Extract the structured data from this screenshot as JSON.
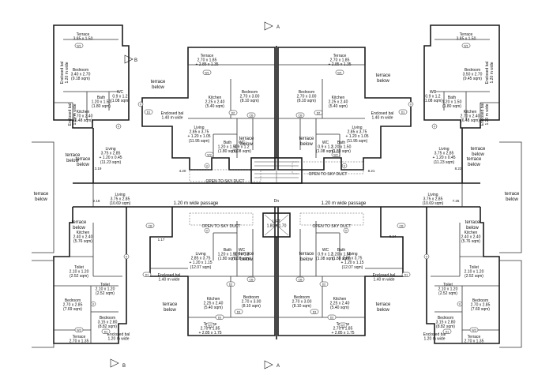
{
  "rooms": [
    {
      "id": "r1",
      "lines": [
        "Terrace",
        "3.85 x 1.50"
      ]
    },
    {
      "id": "r2",
      "lines": [
        "Bedroom",
        "3.40 x 2.70",
        "(9.18 sqm)"
      ]
    },
    {
      "id": "r3",
      "lines": [
        "Enclosed bal",
        "1.20 m wide"
      ]
    },
    {
      "id": "r4",
      "lines": [
        "WC",
        "0.9 x 1.2",
        "(1.08 sqm)"
      ]
    },
    {
      "id": "r5",
      "lines": [
        "Bath",
        "1.20 x 1.50",
        "(1.80 sqm)"
      ]
    },
    {
      "id": "r6",
      "lines": [
        "Kitchen",
        "2.70 x 2.40",
        "(6.48 sqm)"
      ]
    },
    {
      "id": "r7",
      "lines": [
        "Enclosed bal",
        "1.20 m wide"
      ]
    },
    {
      "id": "r8",
      "lines": [
        "Living",
        "3.75 x 2.85",
        "+ 1.20 x 0.45",
        "(11.23 sqm)"
      ]
    },
    {
      "id": "r9",
      "lines": [
        "Terrace",
        "2.70 x 1.85",
        "+ 2.85 x 1.35"
      ]
    },
    {
      "id": "r10",
      "lines": [
        "Kitchen",
        "2.25 x 2.40",
        "(5.40 sqm)"
      ]
    },
    {
      "id": "r11",
      "lines": [
        "Bedroom",
        "2.70 x 3.00",
        "(8.10 sqm)"
      ]
    },
    {
      "id": "r12",
      "lines": [
        "Enclosed bal",
        "1.40 m wide"
      ]
    },
    {
      "id": "r13",
      "lines": [
        "Living",
        "2.85 x 3.75",
        "+ 1.20 x 1.05",
        "(11.95 sqm)"
      ]
    },
    {
      "id": "r14",
      "lines": [
        "Bath",
        "1.20 x 1.50",
        "(1.80 sqm)"
      ]
    },
    {
      "id": "r15",
      "lines": [
        "WC",
        "0.9 x 1.2",
        "(1.08 sqm)"
      ]
    },
    {
      "id": "r16",
      "lines": [
        "Terrace",
        "2.70 x 1.85",
        "+ 2.85 x 1.35"
      ]
    },
    {
      "id": "r17",
      "lines": [
        "Bedroom",
        "2.70 x 3.00",
        "(8.10 sqm)"
      ]
    },
    {
      "id": "r18",
      "lines": [
        "Kitchen",
        "2.25 x 2.40",
        "(5.40 sqm)"
      ]
    },
    {
      "id": "r19",
      "lines": [
        "Enclosed bal",
        "1.40 m wide"
      ]
    },
    {
      "id": "r20",
      "lines": [
        "Living",
        "2.85 x 3.75",
        "+ 1.20 x 1.05",
        "(11.95 sqm)"
      ]
    },
    {
      "id": "r21",
      "lines": [
        "WC",
        "0.9 x 1.2",
        "(1.08 sqm)"
      ]
    },
    {
      "id": "r22",
      "lines": [
        "Bath",
        "1.20 x 1.50",
        "(1.80 sqm)"
      ]
    },
    {
      "id": "r23",
      "lines": [
        "Terrace",
        "3.85 x 1.50"
      ]
    },
    {
      "id": "r24",
      "lines": [
        "Bedroom",
        "3.50 x 2.70",
        "(9.45 sqm)"
      ]
    },
    {
      "id": "r25",
      "lines": [
        "Enclosed bal",
        "1.20 m wide"
      ]
    },
    {
      "id": "r26",
      "lines": [
        "WC",
        "0.9 x 1.2",
        "(1.08 sqm)"
      ]
    },
    {
      "id": "r27",
      "lines": [
        "Bath",
        "1.20 x 1.50",
        "(1.80 sqm)"
      ]
    },
    {
      "id": "r28",
      "lines": [
        "Kitchen",
        "2.70 x 2.40",
        "(6.48 sqm)"
      ]
    },
    {
      "id": "r29",
      "lines": [
        "Enclosed bal",
        "1.20 m wide"
      ]
    },
    {
      "id": "r30",
      "lines": [
        "Living",
        "3.75 x 2.85",
        "+ 1.20 x 0.45",
        "(11.23 sqm)"
      ]
    },
    {
      "id": "r31",
      "lines": [
        "Living",
        "3.75 x 2.85",
        "(10.69 sqm)"
      ]
    },
    {
      "id": "r32",
      "lines": [
        "Living",
        "3.75 x 2.85",
        "(10.69 sqm)"
      ]
    },
    {
      "id": "r33",
      "lines": [
        "LIFT",
        "1.80 x 1.70"
      ]
    },
    {
      "id": "r34",
      "lines": [
        "Kitchen",
        "2.40 x 2.40",
        "(5.76 sqm)"
      ]
    },
    {
      "id": "r35",
      "lines": [
        "Toilet",
        "2.10 x 1.20",
        "(2.52 sqm)"
      ]
    },
    {
      "id": "r36",
      "lines": [
        "Toilet",
        "2.10 x 1.20",
        "(2.52 sqm)"
      ]
    },
    {
      "id": "r37",
      "lines": [
        "Bedroom",
        "2.70 x 2.85",
        "(7.69 sqm)"
      ]
    },
    {
      "id": "r38",
      "lines": [
        "Bedroom",
        "3.15 x 2.80",
        "(8.82 sqm)"
      ]
    },
    {
      "id": "r39",
      "lines": [
        "Enclosed bal",
        "1.20 m wide"
      ]
    },
    {
      "id": "r40",
      "lines": [
        "Terrace",
        "2.70 x 1.35"
      ]
    },
    {
      "id": "r41",
      "lines": [
        "Living",
        "2.85 x 3.75",
        "+ 1.20 x 1.15",
        "(12.07 sqm)"
      ]
    },
    {
      "id": "r42",
      "lines": [
        "Bath",
        "1.20 x 1.50",
        "(1.80 sqm)"
      ]
    },
    {
      "id": "r43",
      "lines": [
        "WC",
        "0.9 x 1.2",
        "(1.08 sqm)"
      ]
    },
    {
      "id": "r44",
      "lines": [
        "Enclosed bal",
        "1.40 m wide"
      ]
    },
    {
      "id": "r45",
      "lines": [
        "Kitchen",
        "2.25 x 2.40",
        "(5.40 sqm)"
      ]
    },
    {
      "id": "r46",
      "lines": [
        "Bedroom",
        "2.70 x 3.00",
        "(8.10 sqm)"
      ]
    },
    {
      "id": "r47",
      "lines": [
        "Terrace",
        "2.70 x 1.85",
        "+ 2.85 x 1.75"
      ]
    },
    {
      "id": "r48",
      "lines": [
        "WC",
        "0.9 x 1.2",
        "(1.08 sqm)"
      ]
    },
    {
      "id": "r49",
      "lines": [
        "Bath",
        "1.20 x 1.50",
        "(1.80 sqm)"
      ]
    },
    {
      "id": "r50",
      "lines": [
        "Living",
        "2.85 x 3.75",
        "+ 1.20 x 1.15",
        "(12.07 sqm)"
      ]
    },
    {
      "id": "r51",
      "lines": [
        "Enclosed bal",
        "1.40 m wide"
      ]
    },
    {
      "id": "r52",
      "lines": [
        "Kitchen",
        "2.25 x 2.40",
        "(5.40 sqm)"
      ]
    },
    {
      "id": "r53",
      "lines": [
        "Bedroom",
        "2.70 x 3.00",
        "(8.10 sqm)"
      ]
    },
    {
      "id": "r54",
      "lines": [
        "Terrace",
        "2.70 x 1.85",
        "+ 2.85 x 1.75"
      ]
    },
    {
      "id": "r55",
      "lines": [
        "Kitchen",
        "2.40 x 2.40",
        "(5.76 sqm)"
      ]
    },
    {
      "id": "r56",
      "lines": [
        "Toilet",
        "2.10 x 1.20",
        "(2.52 sqm)"
      ]
    },
    {
      "id": "r57",
      "lines": [
        "Toilet",
        "2.10 x 1.20",
        "(2.52 sqm)"
      ]
    },
    {
      "id": "r58",
      "lines": [
        "Bedroom",
        "2.70 x 2.85",
        "(7.69 sqm)"
      ]
    },
    {
      "id": "r59",
      "lines": [
        "Bedroom",
        "3.15 x 2.80",
        "(8.82 sqm)"
      ]
    },
    {
      "id": "r60",
      "lines": [
        "Enclosed bal",
        "1.20 m wide"
      ]
    },
    {
      "id": "r61",
      "lines": [
        "Terrace",
        "2.70 x 1.35"
      ]
    }
  ],
  "notes": [
    {
      "id": "n1",
      "text": "terrace"
    },
    {
      "id": "n2",
      "text": "below"
    },
    {
      "id": "n3",
      "text": "terrace"
    },
    {
      "id": "n4",
      "text": "below"
    },
    {
      "id": "n5",
      "text": "terrace"
    },
    {
      "id": "n6",
      "text": "below"
    },
    {
      "id": "n7",
      "text": "terrace"
    },
    {
      "id": "n8",
      "text": "below"
    },
    {
      "id": "n9",
      "text": "terrace"
    },
    {
      "id": "n10",
      "text": "below"
    },
    {
      "id": "n11",
      "text": "terrace"
    },
    {
      "id": "n12",
      "text": "below"
    },
    {
      "id": "n13",
      "text": "terrace"
    },
    {
      "id": "n14",
      "text": "below"
    },
    {
      "id": "n15",
      "text": "terrace"
    },
    {
      "id": "n16",
      "text": "below"
    },
    {
      "id": "n17",
      "text": "terrace"
    },
    {
      "id": "n18",
      "text": "below"
    },
    {
      "id": "n19",
      "text": "terrace"
    },
    {
      "id": "n20",
      "text": "below"
    },
    {
      "id": "n21",
      "text": "terrace"
    },
    {
      "id": "n22",
      "text": "below"
    },
    {
      "id": "n23",
      "text": "terrace"
    },
    {
      "id": "n24",
      "text": "below"
    },
    {
      "id": "n25",
      "text": "terrace"
    },
    {
      "id": "n26",
      "text": "below"
    },
    {
      "id": "n27",
      "text": "terrace"
    },
    {
      "id": "n28",
      "text": "below"
    },
    {
      "id": "n29",
      "text": "terrace"
    },
    {
      "id": "n30",
      "text": "below"
    },
    {
      "id": "n31",
      "text": "terrace"
    },
    {
      "id": "n32",
      "text": "below"
    }
  ],
  "passage_left": "1.20 m wide passage",
  "passage_right": "1.20 m wide passage",
  "sky_duct": [
    "OPEN TO SKY DUCT",
    "OPEN TO SKY DUCT",
    "OPEN TO SKY DUCT",
    "OPEN TO SKY DUCT"
  ],
  "dn": "Dn",
  "section_marks": [
    "A",
    "A",
    "B",
    "B"
  ],
  "dimension_marks": [
    "3.19",
    "4.20",
    "8.21",
    "8.22",
    "2.18",
    "7.25",
    "1.17",
    "8.24"
  ],
  "tags": [
    "W1",
    "W1",
    "W1",
    "W1",
    "W2",
    "W2",
    "W2",
    "W2",
    "W3",
    "W3",
    "D1",
    "D1",
    "D1",
    "D1",
    "D2",
    "D2",
    "D2",
    "D2",
    "CB",
    "CB",
    "CB",
    "CB",
    "CB",
    "CB",
    "V",
    "V",
    "V",
    "V",
    "V",
    "V",
    "V",
    "V",
    "V",
    "V",
    "V",
    "V",
    "D3",
    "D3",
    "D3",
    "D3",
    "D1",
    "D1"
  ]
}
